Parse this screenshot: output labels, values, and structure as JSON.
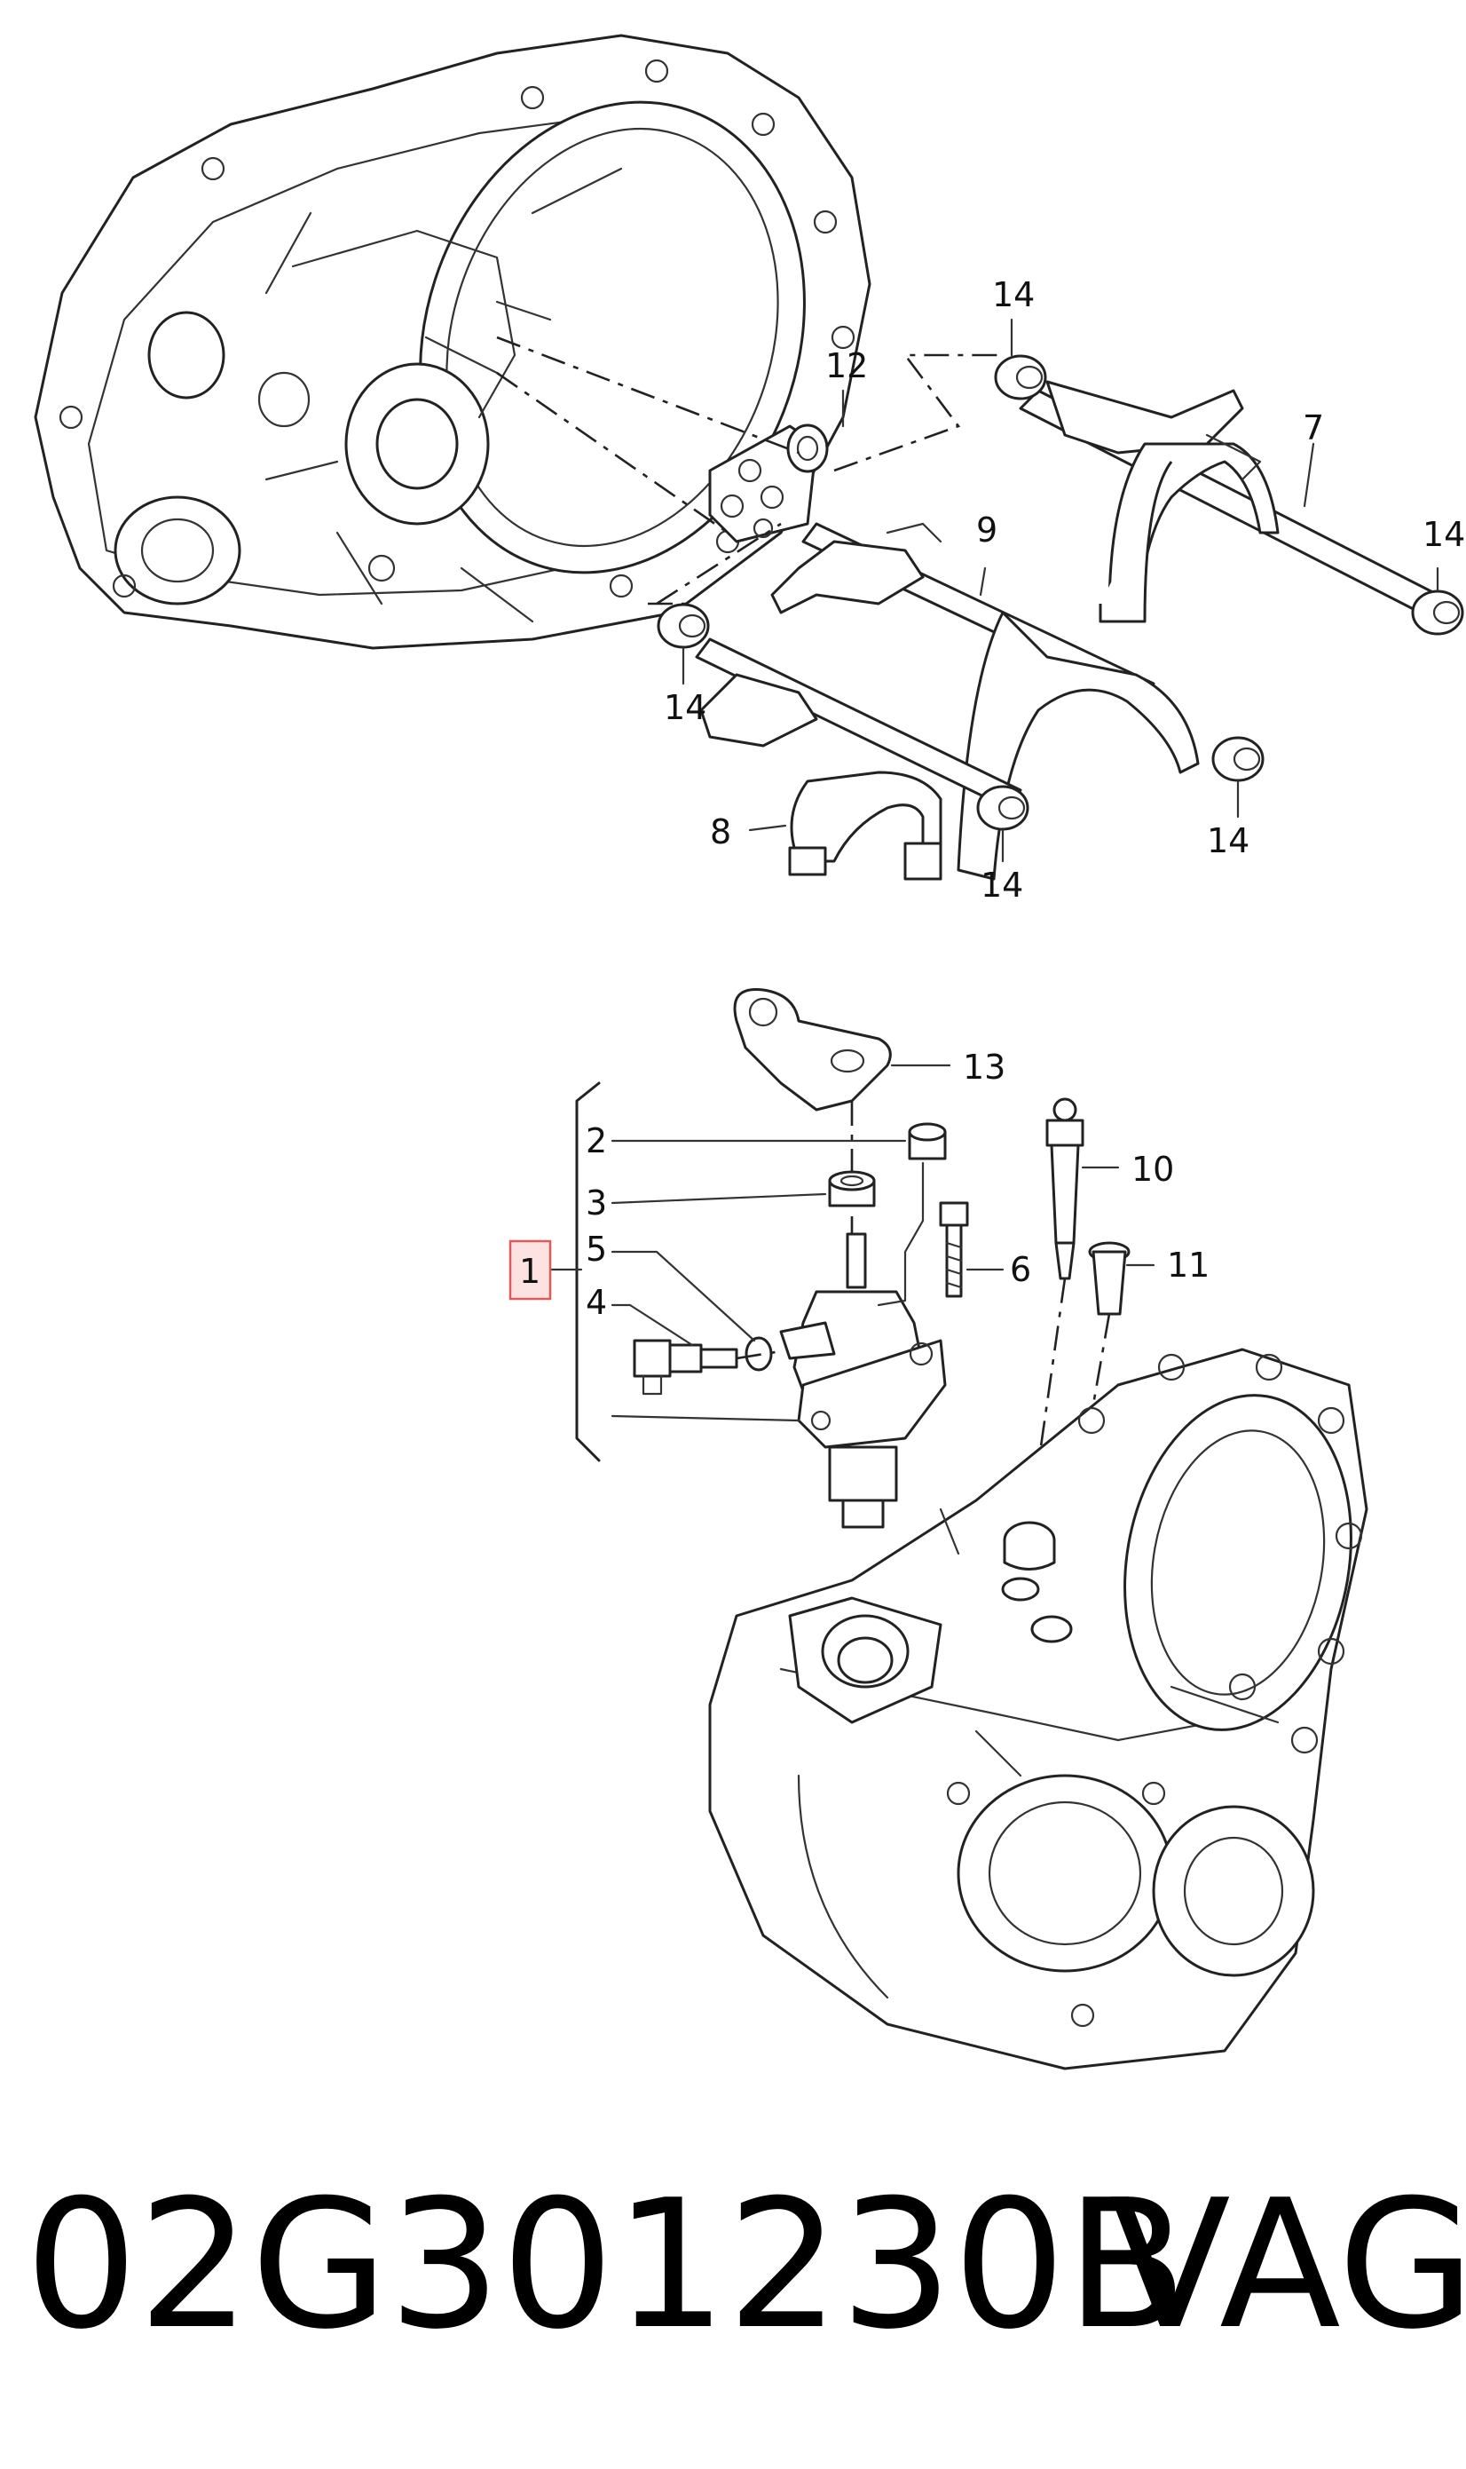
{
  "callouts": {
    "c1": "1",
    "c2": "2",
    "c3": "3",
    "c4": "4",
    "c5": "5",
    "c6": "6",
    "c7": "7",
    "c8": "8",
    "c9": "9",
    "c10": "10",
    "c11": "11",
    "c12": "12",
    "c13": "13",
    "c14": "14"
  },
  "part_number": "02G301230B",
  "brand": "VAG",
  "colors": {
    "highlight_fill": "#fde2e2",
    "highlight_stroke": "#e05a5a",
    "line": "#222222"
  }
}
